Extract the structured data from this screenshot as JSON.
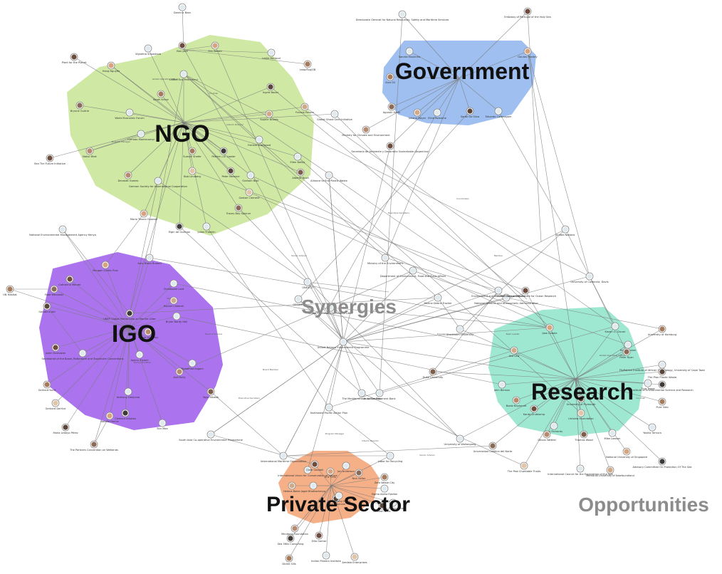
{
  "hubs": [
    {
      "id": "ngo",
      "label": "NGO",
      "color": "#cfe9a4"
    },
    {
      "id": "government",
      "label": "Government",
      "color": "#9ebfef"
    },
    {
      "id": "igo",
      "label": "IGO",
      "color": "#ab74ee"
    },
    {
      "id": "research",
      "label": "Research",
      "color": "#9ee8d2"
    },
    {
      "id": "private",
      "label": "Private Sector",
      "color": "#f6b088"
    }
  ],
  "overlay_labels": {
    "synergies": "Synergies",
    "opportunities": "Opportunities"
  },
  "colors": {
    "edge": "#7a7a7a",
    "node_ring": "#8a8a8a",
    "overlay_text": "#8c8c8c",
    "hub_text": "#111111"
  },
  "node_captions": {
    "top": [
      "Dominic Bear",
      "Ben Jack",
      "Eric Breshl",
      "Leslie Bertoud",
      "Leap/Fog/GB"
    ],
    "ngo": [
      "Vignetha Srivastava",
      "Plant for the Planet",
      "Hang Nguyen",
      "Global Eco Pets Henry",
      "Sarah Krikor",
      "Brynne Gultrie",
      "World Economic Forum",
      "Ingrid Bauer",
      "Francis Parson",
      "Global Ghost Gear Initiative",
      "Nakul Bhat",
      "Sea The Future Initiative",
      "Corrado Montecampi",
      "Pattern J.D. Lawler",
      "Sumeir Shafer",
      "Frankia Sherwood",
      "Bob Lindberg",
      "Peter Messine",
      "Graham Blair",
      "Alberto Nnoli",
      "Devastit Gomes",
      "German Society for International Cooperation",
      "Mario Tinoco Gvozsef",
      "Elgin de Guzman",
      "Julian Franklin",
      "Tracey Bay Spinner",
      "Gaston Clement",
      "Ellen Balloy",
      "Sophie Brooks"
    ],
    "government": [
      "Directorate General for Natural Resources, Safety and Maritime Services",
      "Embassy of Portugal of the Holy Sea",
      "Gaurav Pandey",
      "Sandra Moutinho",
      "Alvo Gil",
      "Agustin Hathi",
      "Eline Romaine",
      "Sarah De Silva",
      "Juliana Mayer",
      "Eduardo Catanagam",
      "Ministry for Climate and Environment",
      "Secretaria de Ambiente y Desarrollo Sustentable (Argentina)",
      "Ministry of the Environment"
    ],
    "igo": [
      "National Environmental Management Agency Kenya",
      "Catherine Maurer",
      "Mougan Cedric Ruiz",
      "Amy Dixon Russell",
      "UN Habitat",
      "Fade Wesvaski",
      "Christophe Lord",
      "Garadina Jati",
      "Harriet Cheerah",
      "Bryan Nardy Hall",
      "Sarvar Maloney",
      "Julien Horrowan",
      "Secretariat of the Basel, Rotterdam and Stockholm Conventions",
      "UNEP Global Partnership on Marine Litter",
      "Gerhard Burtt",
      "Apanu Ziyami",
      "Gerhard Derrice",
      "Maria Ledayo Pérez",
      "Anthony Danjuma",
      "Yaya Bikasik",
      "Asif Molly",
      "Mohamed Kagam",
      "Natalia Harms",
      "Clemont Kristian",
      "Sen Mao",
      "The Partners Convention on Wetlands"
    ],
    "center": [
      "United Nations Environment Programme",
      "Global Partnership on Marine Litter",
      "GESAMP",
      "UNESCO",
      "Marine Debris Tracker",
      "National Oceanic and Atmospheric Administration",
      "Environment and Climate Change Canada",
      "Department of Environment, Food and Rural Affairs",
      "Asian Development Bank",
      "The Mediterranean Action Plan",
      "Northwest Pacific Action Plan",
      "South Asia Co-operative Environment Programme",
      "International Maritime Organization",
      "International Union for Conservation of Nature",
      "Alliance to End Plastic Waste",
      "United Nations",
      "University of California, Davis"
    ],
    "research": [
      "Kaven O. Clouer",
      "GESAMP Partnership Centre for Ocean Research",
      "Jose Cebola",
      "Hans Gruber",
      "University of Hamburg",
      "Peter Ryan",
      "FitzPatrick Institute of African Ornithology, University of Cape Town",
      "The Plan Plastic Waste",
      "Ava Lew",
      "John Benson",
      "Boatz Bayonnet",
      "Kardo Grubkamp",
      "Tina Tappe",
      "Institute of Environmental Science and Research",
      "Pura Vida",
      "Yoshio Tamura",
      "Uniview Foundation",
      "University of Plymouth",
      "Dan Richards",
      "Thomas Wood",
      "Devon Wettlei",
      "Mike Lawson",
      "National University of Singapore",
      "Advisory Committee On Protection Of The Sea",
      "University of Wollongong",
      "Universidad Católica del Norte",
      "The Pew Charitable Trusts",
      "International Council for the Exploration of the Sea",
      "Memorial University of Newfoundland",
      "Duke University",
      "Stockholm University"
    ],
    "private": [
      "Labor for Recycling",
      "Clare Goodall",
      "Eric Chiu",
      "Jon Anderson",
      "Zero Waste City",
      "Nick Keller",
      "Sigma Alpha Epsilon",
      "Gerri Baranzio",
      "Helena Baker",
      "Jagat Bhattacharya",
      "Minderoo Foundation",
      "Ellio Gamar",
      "Eileen Flavius Group",
      "Sea 360s Consulting",
      "Dickie Sills",
      "Indian Plastics Institute",
      "Amdala Enterprises",
      "Avinash & Co.",
      "Sir Anthony Maho"
    ]
  },
  "edge_labels": [
    "Global Operating Officer",
    "Co-Chair",
    "Interim Director",
    "Program Manager",
    "Senior Advisor",
    "Executive Secretary",
    "Coordinator",
    "Member",
    "Partner",
    "Technical Officer",
    "Head of Science",
    "Board Member",
    "Founder",
    "Team Leader"
  ]
}
